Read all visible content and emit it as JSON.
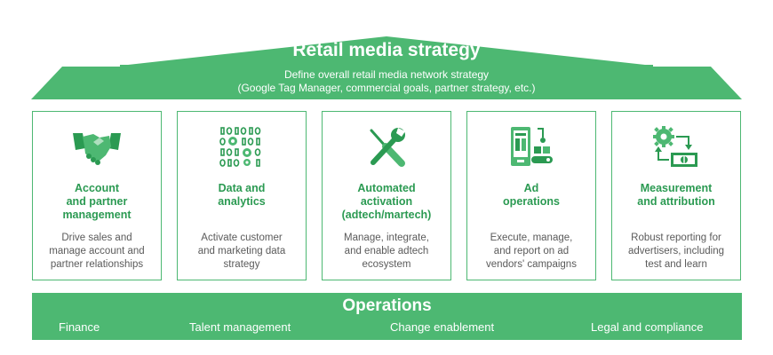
{
  "roof": {
    "title": "Retail media strategy",
    "subtitle_line1": "Define overall retail media network strategy",
    "subtitle_line2": "(Google Tag Manager, commercial goals, partner strategy, etc.)"
  },
  "pillars": [
    {
      "icon": "handshake-icon",
      "title_lines": [
        "Account",
        "and partner",
        "management"
      ],
      "desc_lines": [
        "Drive sales and",
        "manage account and",
        "partner relationships"
      ]
    },
    {
      "icon": "binary-data-icon",
      "title_lines": [
        "Data and",
        "analytics"
      ],
      "desc_lines": [
        "Activate customer",
        "and marketing data",
        "strategy"
      ]
    },
    {
      "icon": "tools-icon",
      "title_lines": [
        "Automated",
        "activation",
        "(adtech/martech)"
      ],
      "desc_lines": [
        "Manage, integrate,",
        "and enable adtech",
        "ecosystem"
      ]
    },
    {
      "icon": "ad-operations-icon",
      "title_lines": [
        "Ad",
        "operations"
      ],
      "desc_lines": [
        "Execute, manage,",
        "and report on ad",
        "vendors' campaigns"
      ]
    },
    {
      "icon": "measurement-icon",
      "title_lines": [
        "Measurement",
        "and attribution"
      ],
      "desc_lines": [
        "Robust reporting for",
        "advertisers, including",
        "test and learn"
      ]
    }
  ],
  "base": {
    "title": "Operations",
    "items": [
      "Finance",
      "Talent management",
      "Change enablement",
      "Legal and compliance"
    ]
  },
  "colors": {
    "green": "#4db872",
    "dark_green": "#2b9a52",
    "text_gray": "#5a5a5a"
  }
}
